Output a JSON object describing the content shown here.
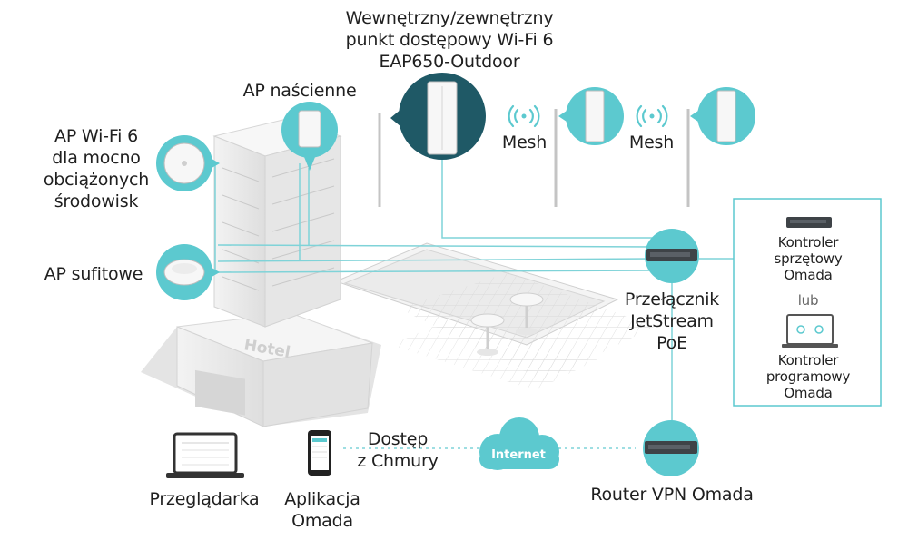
{
  "labels": {
    "outdoor_ap": "Wewnętrzny/zewnętrzny\npunkt dostępowy Wi-Fi 6\nEAP650-Outdoor",
    "wall_ap": "AP naścienne",
    "wifi6_ap": "AP Wi-Fi 6\ndla mocno\nobciążonych\nśrodowisk",
    "ceiling_ap": "AP sufitowe",
    "mesh_1": "Mesh",
    "mesh_2": "Mesh",
    "switch": "Przełącznik\nJetStream\nPoE",
    "hw_controller": "Kontroler\nsprzętowy\nOmada",
    "or": "lub",
    "sw_controller": "Kontroler\nprogramowy\nOmada",
    "cloud_access": "Dostęp\nz Chmury",
    "internet": "Internet",
    "router": "Router VPN Omada",
    "browser": "Przeglądarka",
    "app": "Aplikacja\nOmada"
  },
  "building_sign": "Hotel",
  "colors": {
    "accent": "#5cc9cf",
    "accent_dark": "#1f5966",
    "line": "#7fd3d8",
    "building": "#ececec",
    "building_shadow": "#d3d3d3",
    "device_dark": "#3e4347"
  },
  "icons": [
    "wifi-signal-icon",
    "cloud-icon",
    "laptop-icon",
    "smartphone-icon",
    "switch-device-icon",
    "router-device-icon",
    "access-point-icon"
  ]
}
